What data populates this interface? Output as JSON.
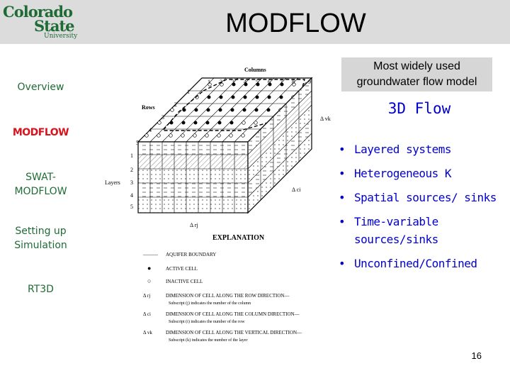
{
  "logo": {
    "line1": "Colorado",
    "line2": "State",
    "line3": "University"
  },
  "title": "MODFLOW",
  "nav": [
    {
      "label": "Overview",
      "active": false
    },
    {
      "label": "MODFLOW",
      "active": true
    },
    {
      "label": "SWAT-MODFLOW",
      "active": false
    },
    {
      "label": "Setting up Simulation",
      "active": false
    },
    {
      "label": "RT3D",
      "active": false
    }
  ],
  "tag": "Most widely used groundwater flow model",
  "subtitle": "3D Flow",
  "bullets": [
    "Layered systems",
    "Heterogeneous K",
    "Spatial sources/ sinks",
    "Time-variable sources/sinks",
    "Unconfined/Confined"
  ],
  "page_number": "16",
  "diagram": {
    "columns_label": "Columns",
    "rows_label": "Rows",
    "layers_label": "Layers",
    "column_numbers": [
      "1",
      "2",
      "3",
      "4",
      "5",
      "6",
      "7",
      "8",
      "9"
    ],
    "row_numbers": [
      "1",
      "2",
      "3",
      "4",
      "5"
    ],
    "layer_numbers": [
      "1",
      "2",
      "3",
      "4",
      "5"
    ],
    "dv_label": "Δ vk",
    "dc_label": "Δ ci",
    "dr_label": "Δ rj",
    "explanation_title": "EXPLANATION",
    "legend": [
      {
        "symbol": "———",
        "text": "AQUIFER BOUNDARY",
        "sub": ""
      },
      {
        "symbol": "●",
        "text": "ACTIVE CELL",
        "sub": ""
      },
      {
        "symbol": "○",
        "text": "INACTIVE CELL",
        "sub": ""
      },
      {
        "symbol": "Δ rj",
        "text": "DIMENSION OF CELL ALONG THE ROW DIRECTION—",
        "sub": "Subscript (j) indicates the number of the column"
      },
      {
        "symbol": "Δ ci",
        "text": "DIMENSION OF CELL ALONG THE COLUMN DIRECTION—",
        "sub": "Subscript (i) indicates the number of the row"
      },
      {
        "symbol": "Δ vk",
        "text": "DIMENSION OF CELL ALONG THE VERTICAL DIRECTION—",
        "sub": "Subscript (k) indicates the number of the layer"
      }
    ]
  }
}
